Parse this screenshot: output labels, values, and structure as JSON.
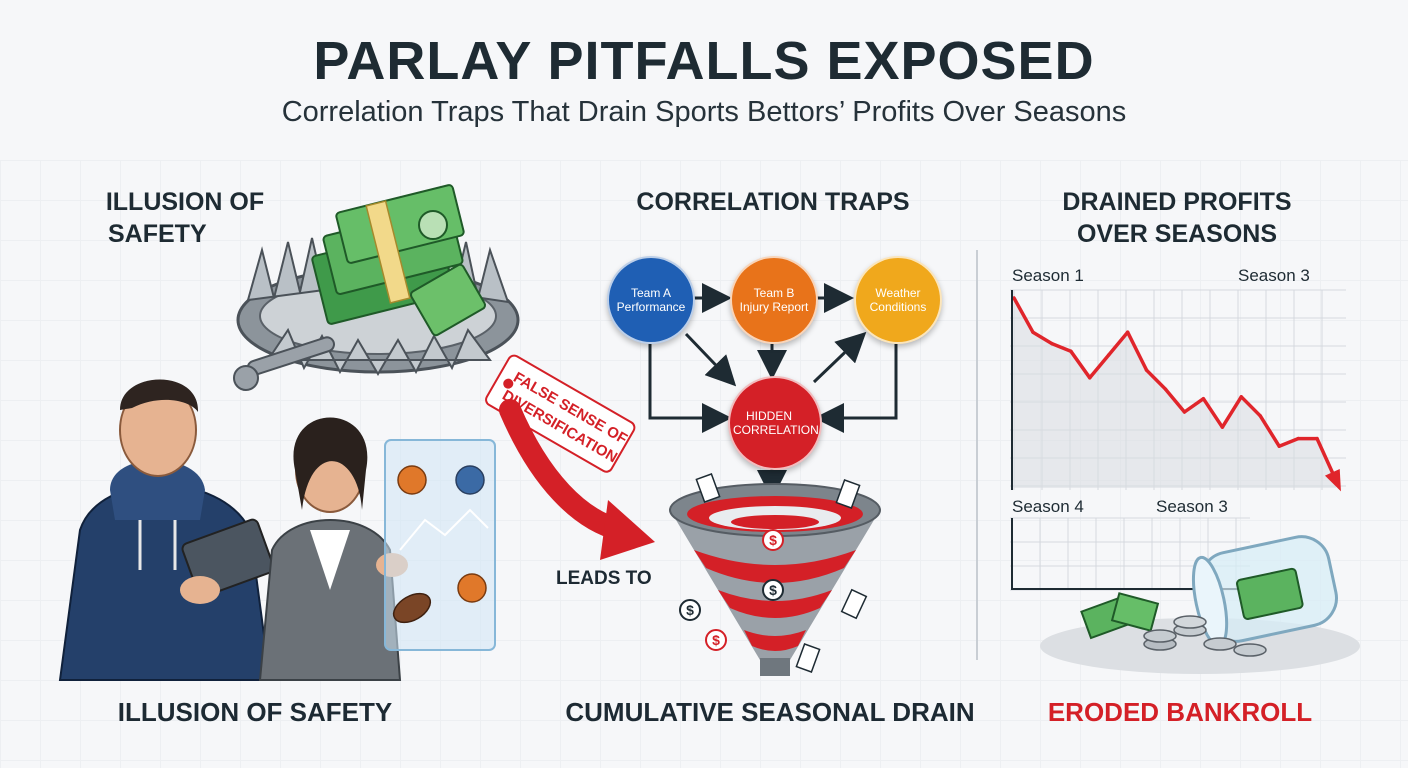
{
  "header": {
    "title": "PARLAY PITFALLS EXPOSED",
    "subtitle": "Correlation Traps That Drain Sports Bettors’ Profits Over Seasons"
  },
  "left_panel": {
    "heading_line1": "ILLUSION OF",
    "heading_line2": "SAFETY",
    "tag_line1": "FALSE SENSE OF",
    "tag_line2": "DIVERSIFICATION",
    "footer": "ILLUSION OF SAFETY",
    "arrow_label": "LEADS TO"
  },
  "middle_panel": {
    "heading": "CORRELATION TRAPS",
    "nodes": [
      {
        "label_line1": "Team A",
        "label_line2": "Performance",
        "color": "#1f5fb4"
      },
      {
        "label_line1": "Team B",
        "label_line2": "Injury Report",
        "color": "#e8731a"
      },
      {
        "label_line1": "Weather",
        "label_line2": "Conditions",
        "color": "#f0a81c"
      },
      {
        "label_line1": "HIDDEN",
        "label_line2": "CORRELATION",
        "color": "#d42027"
      }
    ],
    "footer": "CUMULATIVE SEASONAL DRAIN"
  },
  "right_panel": {
    "heading_line1": "DRAINED PROFITS",
    "heading_line2": "OVER SEASONS",
    "season_labels_top": [
      "Season 1",
      "Season 3"
    ],
    "season_labels_bottom": [
      "Season 4",
      "Season 3"
    ],
    "footer": "ERODED BANKROLL",
    "footer_color": "#d42027",
    "line_color": "#e0252b"
  },
  "colors": {
    "accent_red": "#d42027",
    "navy": "#1e2b33",
    "money_green": "#3f9a4a"
  },
  "chart_data": {
    "type": "line",
    "series": [
      {
        "values": [
          100,
          82,
          76,
          72,
          58,
          70,
          82,
          62,
          52,
          40,
          47,
          32,
          48,
          38,
          22,
          26,
          26,
          4
        ]
      }
    ],
    "x_labels_top": [
      "Season 1",
      "Season 3"
    ],
    "x_labels_bottom": [
      "Season 4",
      "Season 3"
    ]
  }
}
